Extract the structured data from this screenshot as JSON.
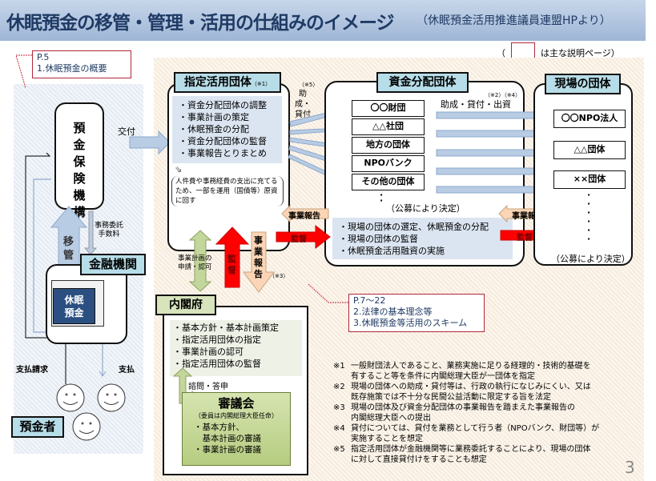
{
  "header": {
    "title": "休眠預金の移管・管理・活用の仕組みのイメージ",
    "subtitle": "（休眠預金活用推進議員連盟HPより）"
  },
  "legend": {
    "open": "（",
    "text": "は主な説明ページ）"
  },
  "page_refs": [
    {
      "page": "P.5",
      "lines": [
        "1.休眠預金の概要"
      ]
    },
    {
      "page": "P.7～22",
      "lines": [
        "2.法律の基本理念等",
        "3.休眠預金等活用のスキーム"
      ]
    }
  ],
  "deposit_insurance": {
    "label": "預金保険機構",
    "chars": [
      "預",
      "金",
      "保",
      "険",
      "機",
      "構"
    ]
  },
  "flows": {
    "kofu": "交付",
    "ikan": "移管",
    "jimu_itaku": [
      "事務委託",
      "手数料"
    ],
    "shiharai_seikyu": "支払請求",
    "shiharai": "支払",
    "josei_kashitsuke": "助成・貸付",
    "josei_kashitsuke_note": "（※5）",
    "josei_kashitsuke_shusshi": "助成・貸付・出資",
    "josei_kashitsuke_shusshi_note": "（※2）（※4）",
    "jigyo_hokoku": "事業報告",
    "kantoku": "監督",
    "jigyo_keikaku": [
      "事業計画の",
      "申請・認可"
    ],
    "jigyo_hokoku_vertical": "事業報告",
    "jigyo_hokoku_note": "（※3）",
    "shimon_toshin": "諮問・答申"
  },
  "financial_institution": {
    "label": "金融機関",
    "deposit_label": [
      "休眠",
      "預金"
    ]
  },
  "depositors": {
    "label": "預金者",
    "count": 3
  },
  "designated_org": {
    "label": "指定活用団体",
    "note": "（※1）",
    "duties": [
      "・資金分配団体の調整",
      "・事業計画の策定",
      "・休眠預金の分配",
      "・資金分配団体の監督",
      "・事業報告とりまとめ"
    ],
    "bracket_note": "人件費や事務経費の支出に充てるため、一部を運用（国債等）原資に回す"
  },
  "fund_distribution": {
    "label": "資金分配団体",
    "orgs": [
      "〇〇財団",
      "△△社団",
      "地方の団体",
      "NPOバンク",
      "その他の団体"
    ],
    "public_offer": "（公募により決定）",
    "duties": [
      "・現場の団体の選定、休眠預金の分配",
      "・現場の団体の監督",
      "・休眠預金活用融資の実施"
    ]
  },
  "field_orgs": {
    "label": "現場の団体",
    "orgs": [
      "〇〇NPO法人",
      "△△団体",
      "××団体"
    ],
    "public_offer": "（公募により決定）"
  },
  "cabinet": {
    "label": "内閣府",
    "duties": [
      "・基本方針・基本計画策定",
      "・指定活用団体の指定",
      "・事業計画の認可",
      "・指定活用団体の監督"
    ]
  },
  "council": {
    "label": "審議会",
    "sub": "（委員は内閣総理大臣任命）",
    "duties": [
      "・基本方針、",
      "　基本計画の審議",
      "・事業計画の審議"
    ]
  },
  "notes": [
    {
      "mark": "※1",
      "lines": [
        "一般財団法人であること、業務実施に足りる経理的・技術的基礎を",
        "有すること等を条件に内閣総理大臣が一団体を指定"
      ]
    },
    {
      "mark": "※2",
      "lines": [
        "現場の団体への助成・貸付等は、行政の執行になじみにくい、又は",
        "既存施策では不十分な民間公益活動に限定する旨を法定"
      ]
    },
    {
      "mark": "※3",
      "lines": [
        "現場の団体及び資金分配団体の事業報告を踏まえた事業報告の",
        "内閣総理大臣への提出"
      ]
    },
    {
      "mark": "※4",
      "lines": [
        "貸付については、貸付を業務として行う者（NPOバンク、財団等）が",
        "実施することを想定"
      ]
    },
    {
      "mark": "※5",
      "lines": [
        "指定活用団体が金融機関等に業務委託することにより、現場の団体",
        "に対して直接貸付けをすることも想定"
      ]
    }
  ],
  "slide_number": "3",
  "colors": {
    "title_text": "#1f3a64",
    "label_blue": "#b7dde8",
    "arrow_blue": "#b8cce4",
    "arrow_red": "#ff0000",
    "arrow_peach": "#fbd5b5",
    "green": "#c3d69b",
    "ref_border": "#b0283a",
    "deposit_navy": "#2b4f81"
  }
}
